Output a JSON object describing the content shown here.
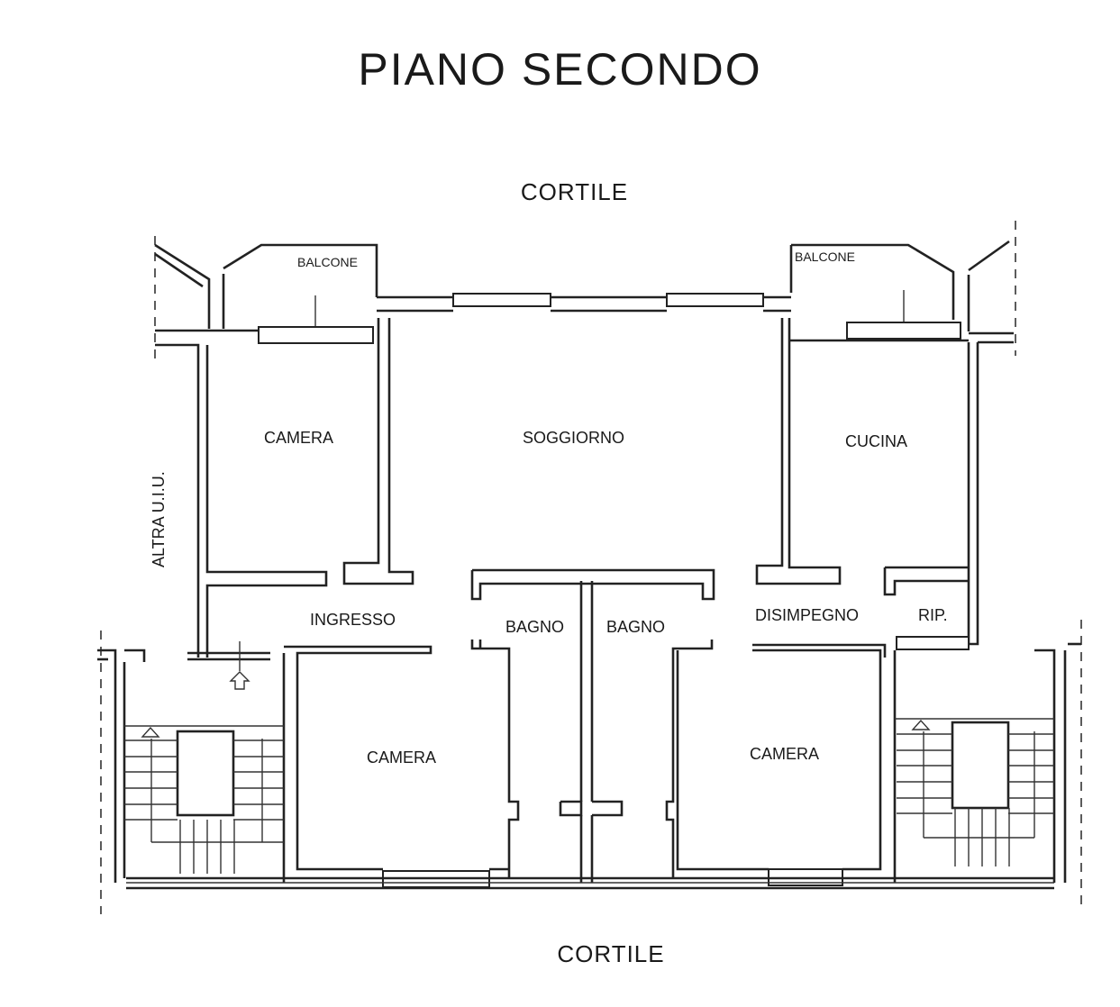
{
  "plan": {
    "title": "PIANO SECONDO",
    "top_side": "CORTILE",
    "bottom_side": "CORTILE",
    "neighbor_label": "ALTRA U.I.U.",
    "rooms": {
      "balcone_left": "BALCONE",
      "balcone_right": "BALCONE",
      "camera_top_left": "CAMERA",
      "soggiorno": "SOGGIORNO",
      "cucina": "CUCINA",
      "ingresso": "INGRESSO",
      "bagno_left": "BAGNO",
      "bagno_right": "BAGNO",
      "disimpegno": "DISIMPEGNO",
      "ripostiglio": "RIP.",
      "camera_bottom_left": "CAMERA",
      "camera_bottom_right": "CAMERA"
    }
  }
}
